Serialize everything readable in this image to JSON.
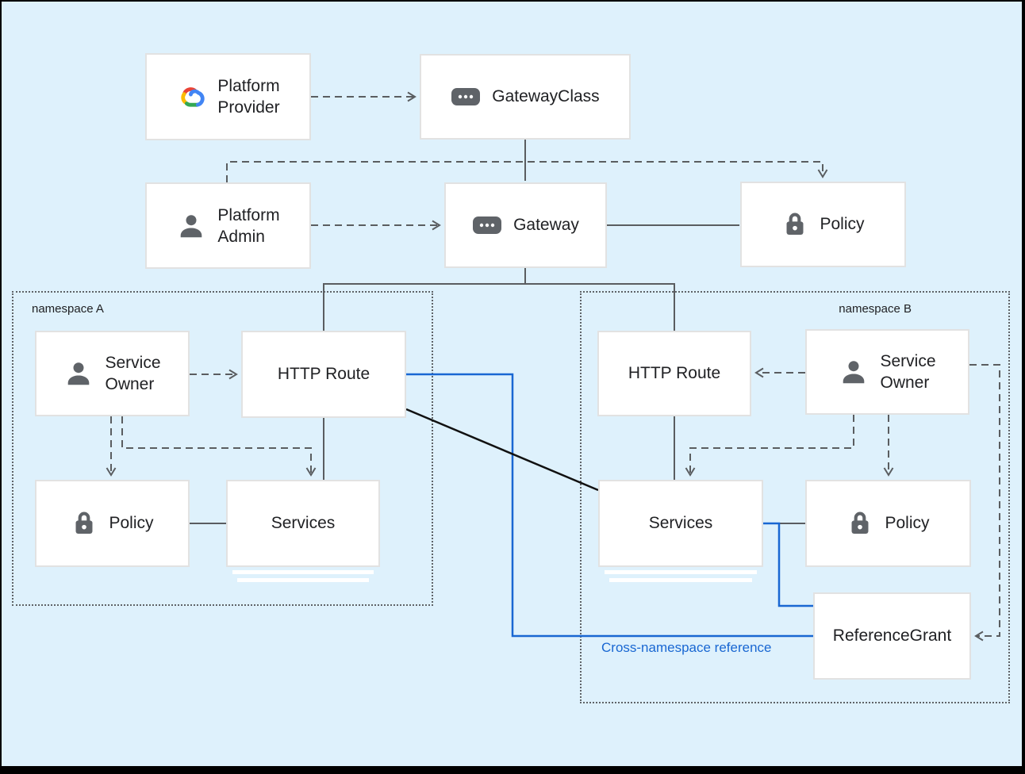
{
  "nodes": {
    "platform_provider": {
      "line1": "Platform",
      "line2": "Provider",
      "icon": "google-cloud-icon"
    },
    "gateway_class": {
      "label": "GatewayClass",
      "icon": "resource-icon"
    },
    "platform_admin": {
      "line1": "Platform",
      "line2": "Admin",
      "icon": "person-icon"
    },
    "gateway": {
      "label": "Gateway",
      "icon": "resource-icon"
    },
    "policy_top": {
      "label": "Policy",
      "icon": "lock-icon"
    },
    "service_owner_a": {
      "line1": "Service",
      "line2": "Owner",
      "icon": "person-icon"
    },
    "http_route_a": {
      "label": "HTTP Route"
    },
    "policy_a": {
      "label": "Policy",
      "icon": "lock-icon"
    },
    "services_a": {
      "label": "Services"
    },
    "http_route_b": {
      "label": "HTTP Route"
    },
    "service_owner_b": {
      "line1": "Service",
      "line2": "Owner",
      "icon": "person-icon"
    },
    "services_b": {
      "label": "Services"
    },
    "policy_b": {
      "label": "Policy",
      "icon": "lock-icon"
    },
    "reference_grant": {
      "label": "ReferenceGrant"
    }
  },
  "groups": {
    "namespace_a": {
      "label": "namespace A"
    },
    "namespace_b": {
      "label": "namespace B"
    }
  },
  "annotations": {
    "cross_namespace_reference": {
      "label": "Cross-namespace reference"
    }
  },
  "colors": {
    "background": "#def1fc",
    "frame": "#000000",
    "connector_gray": "#5a5d60",
    "connector_blue": "#1967d2",
    "connector_black": "#111111",
    "box_border": "#e2e2e2",
    "icon_gray": "#5f6368",
    "google_red": "#ea4335",
    "google_yellow": "#fbbc04",
    "google_green": "#34a853",
    "google_blue": "#4285f4"
  }
}
